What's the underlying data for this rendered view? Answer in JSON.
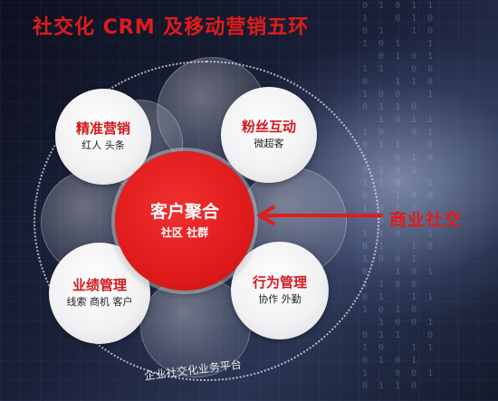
{
  "title": "社交化 CRM 及移动营销五环",
  "center": {
    "heading": "客户聚合",
    "sub": "社区 社群"
  },
  "nodes": [
    {
      "heading": "精准营销",
      "sub": "红人 头条"
    },
    {
      "heading": "粉丝互动",
      "sub": "微超客"
    },
    {
      "heading": "业绩管理",
      "sub": "线索 商机 客户"
    },
    {
      "heading": "行为管理",
      "sub": "协作 外勤"
    }
  ],
  "arrow_label": "商业社交",
  "platform_label": "企业社交化业务平台",
  "colors": {
    "accent_red": "#e11b1b",
    "node_white": "#f2f2f4"
  }
}
